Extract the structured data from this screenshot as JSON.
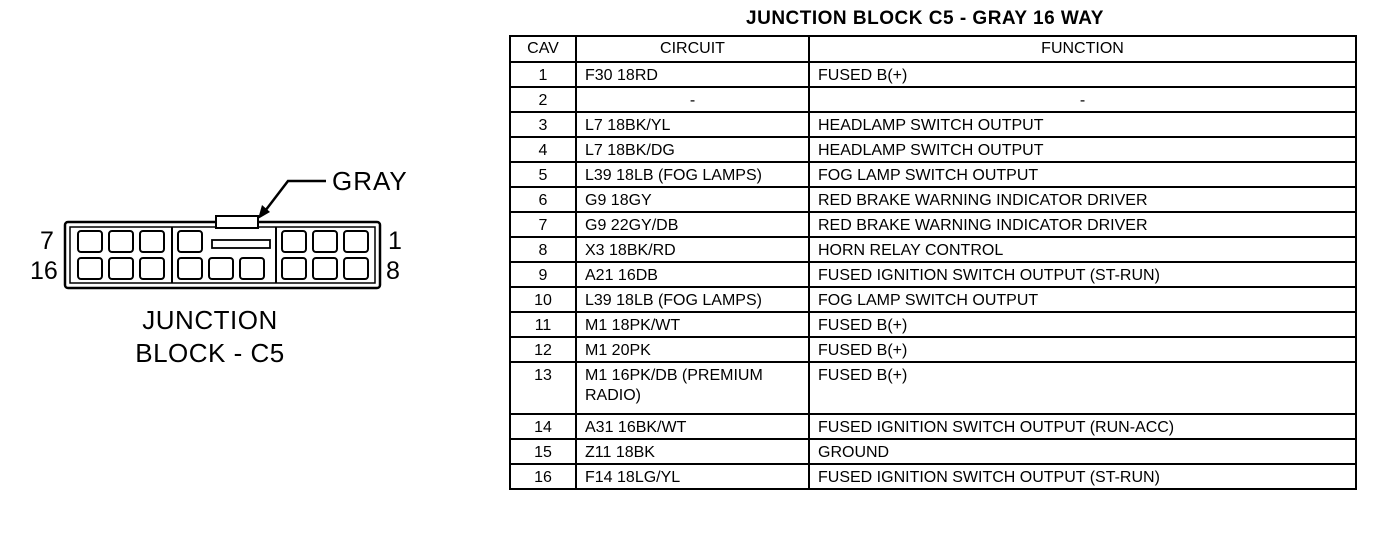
{
  "diagram": {
    "color_label": "GRAY",
    "pin_labels": {
      "top_left": "7",
      "bottom_left": "16",
      "top_right": "1",
      "bottom_right": "8"
    },
    "caption_line_1": "JUNCTION",
    "caption_line_2": "BLOCK - C5"
  },
  "table": {
    "title": "JUNCTION BLOCK C5 - GRAY 16 WAY",
    "headers": {
      "cav": "CAV",
      "circuit": "CIRCUIT",
      "function": "FUNCTION"
    },
    "rows": [
      {
        "cav": "1",
        "circuit": "F30 18RD",
        "function": "FUSED B(+)"
      },
      {
        "cav": "2",
        "circuit": "-",
        "function": "-"
      },
      {
        "cav": "3",
        "circuit": "L7 18BK/YL",
        "function": "HEADLAMP SWITCH OUTPUT"
      },
      {
        "cav": "4",
        "circuit": "L7 18BK/DG",
        "function": "HEADLAMP SWITCH OUTPUT"
      },
      {
        "cav": "5",
        "circuit": "L39 18LB (FOG LAMPS)",
        "function": "FOG LAMP SWITCH OUTPUT"
      },
      {
        "cav": "6",
        "circuit": "G9 18GY",
        "function": "RED BRAKE WARNING INDICATOR DRIVER"
      },
      {
        "cav": "7",
        "circuit": "G9 22GY/DB",
        "function": "RED BRAKE WARNING INDICATOR DRIVER"
      },
      {
        "cav": "8",
        "circuit": "X3 18BK/RD",
        "function": "HORN RELAY CONTROL"
      },
      {
        "cav": "9",
        "circuit": "A21 16DB",
        "function": "FUSED IGNITION SWITCH OUTPUT (ST-RUN)"
      },
      {
        "cav": "10",
        "circuit": "L39 18LB (FOG LAMPS)",
        "function": "FOG LAMP SWITCH OUTPUT"
      },
      {
        "cav": "11",
        "circuit": "M1 18PK/WT",
        "function": "FUSED B(+)"
      },
      {
        "cav": "12",
        "circuit": "M1 20PK",
        "function": "FUSED B(+)"
      },
      {
        "cav": "13",
        "circuit": "M1 16PK/DB (PREMIUM RADIO)",
        "function": "FUSED B(+)"
      },
      {
        "cav": "14",
        "circuit": "A31 16BK/WT",
        "function": "FUSED IGNITION SWITCH OUTPUT (RUN-ACC)"
      },
      {
        "cav": "15",
        "circuit": "Z11 18BK",
        "function": "GROUND"
      },
      {
        "cav": "16",
        "circuit": "F14 18LG/YL",
        "function": "FUSED IGNITION SWITCH OUTPUT (ST-RUN)"
      }
    ]
  }
}
